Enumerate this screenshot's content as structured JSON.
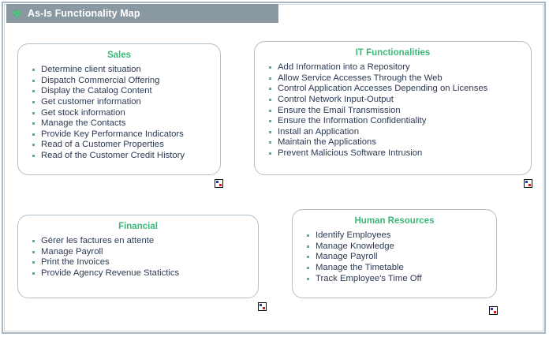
{
  "window": {
    "title": "As-Is Functionality Map",
    "title_icon": "green-diamond-cluster-icon",
    "title_bar_color": "#8a98a2",
    "title_text_color": "#ffffff",
    "frame_border_color": "#a9b7c2",
    "background_color": "#ffffff"
  },
  "style": {
    "group_title_color": "#3cb878",
    "item_text_color": "#2b3a54",
    "bullet_color": "#4cbb7f",
    "box_border_color": "#b3bfc8"
  },
  "groups": [
    {
      "id": "sales",
      "title": "Sales",
      "marker_icon": "broken-image-icon",
      "items": [
        "Determine client situation",
        "Dispatch Commercial Offering",
        "Display the Catalog Content",
        "Get customer information",
        "Get stock information",
        "Manage the Contacts",
        "Provide Key Performance Indicators",
        "Read of a Customer Properties",
        "Read of the Customer Credit History"
      ]
    },
    {
      "id": "it-functionalities",
      "title": "IT Functionalities",
      "marker_icon": "broken-image-icon",
      "items": [
        "Add Information into a Repository",
        "Allow Service Accesses Through the Web",
        "Control Application Accesses Depending on Licenses",
        "Control Network Input-Output",
        "Ensure the Email Transmission",
        "Ensure the Information Confidentiality",
        "Install an Application",
        "Maintain the Applications",
        "Prevent Malicious Software Intrusion"
      ]
    },
    {
      "id": "financial",
      "title": "Financial",
      "marker_icon": "broken-image-icon",
      "items": [
        "Gérer les factures en attente",
        "Manage Payroll",
        "Print the Invoices",
        "Provide Agency Revenue Statictics"
      ]
    },
    {
      "id": "human-resources",
      "title": "Human Resources",
      "marker_icon": "broken-image-icon",
      "items": [
        "Identify Employees",
        "Manage Knowledge",
        "Manage Payroll",
        "Manage the Timetable",
        "Track Employee's Time Off"
      ]
    }
  ]
}
